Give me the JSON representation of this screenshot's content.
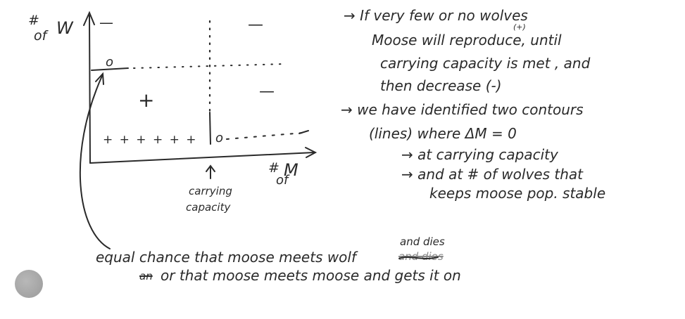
{
  "graph": {
    "y_axis_label_hash": "#",
    "y_axis_label_of": "of",
    "y_axis_label_var": "W",
    "x_axis_label_hash": "#",
    "x_axis_label_of": "of",
    "x_axis_label_var": "M",
    "zero_top": "o",
    "zero_bottom": "o",
    "plus_region": "+",
    "plus_row": "+ + + + + +",
    "minus_top_left": "—",
    "minus_top_right": "—",
    "minus_right": "—",
    "carrying_capacity_label_1": "carrying",
    "carrying_capacity_label_2": "capacity"
  },
  "notes": {
    "line1": "→ If  very few or no  wolves",
    "line2_plus": "(+)",
    "line2": "Moose  will reproduce, until",
    "line3": "carrying capacity  is met ,  and",
    "line4": "then  decrease  (-)",
    "line5": "→  we  have   identified  two  contours",
    "line6": "(lines)  where  ΔM = 0",
    "line7": "→ at  carrying  capacity",
    "line8": "→ and  at  # of  wolves  that",
    "line9": "keeps  moose  pop.  stable"
  },
  "bottom": {
    "line1": "equal  chance that  moose  meets  wolf",
    "and_dies_above": "and  dies",
    "and_dies_struck": "and dies",
    "line2_struck": "an",
    "line2": "or  that  moose  meets moose   and gets   it  on"
  }
}
